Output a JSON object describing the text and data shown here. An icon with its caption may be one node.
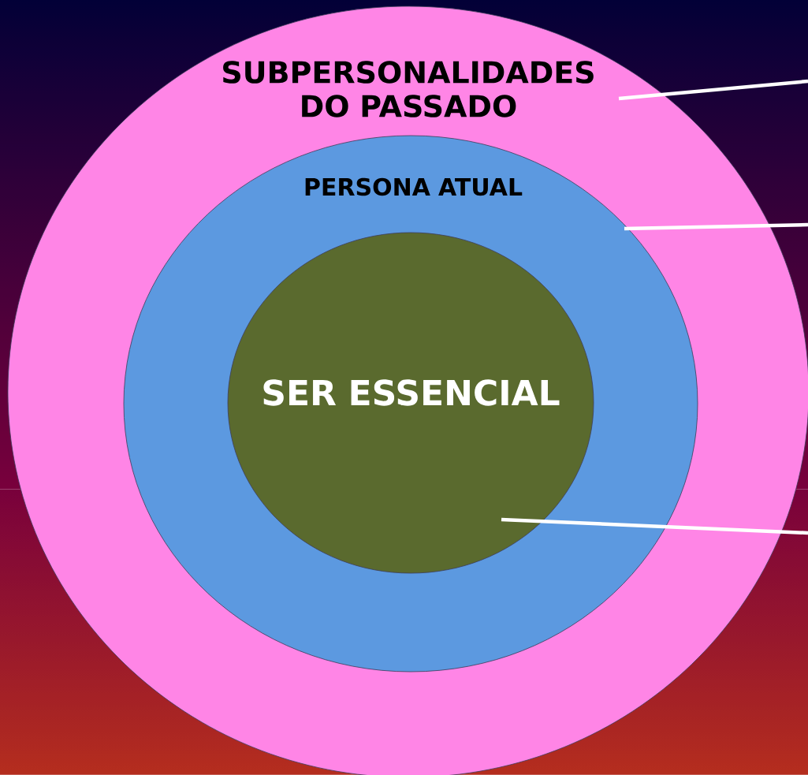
{
  "diagram": {
    "nodes": [
      {
        "text": [
          "SUBPERSONALIDADES DO PASSADO"
        ]
      },
      {
        "text": [
          "PERSONA ATUAL"
        ],
        "in": 0
      },
      {
        "text": [
          "SER ESSENCIAL"
        ],
        "in": 1
      }
    ],
    "edges": [
      {
        "from": null,
        "to": 0,
        "arrow": "none"
      },
      {
        "from": null,
        "to": 1,
        "arrow": "none"
      },
      {
        "from": null,
        "to": 2,
        "arrow": "none"
      }
    ]
  }
}
